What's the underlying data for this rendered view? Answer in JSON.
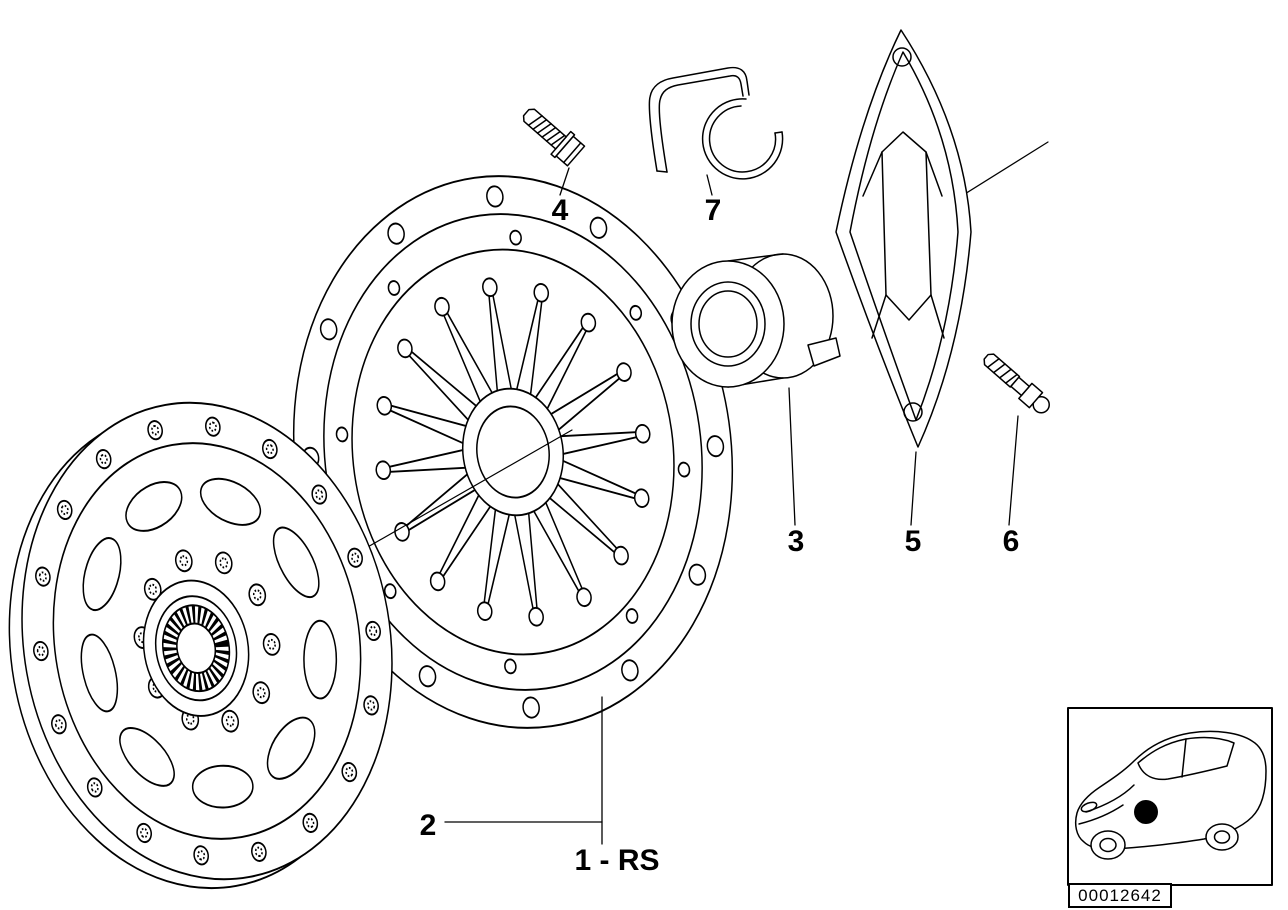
{
  "colors": {
    "ink": "#000000",
    "paper": "#ffffff"
  },
  "callouts": {
    "c1": "1 - RS",
    "c2": "2",
    "c3": "3",
    "c4": "4",
    "c5": "5",
    "c6": "6",
    "c7": "7"
  },
  "stamp": {
    "doc_number": "00012642"
  },
  "icons": {
    "car_thumbnail": "car-silhouette",
    "location_marker": "filled-dot"
  }
}
